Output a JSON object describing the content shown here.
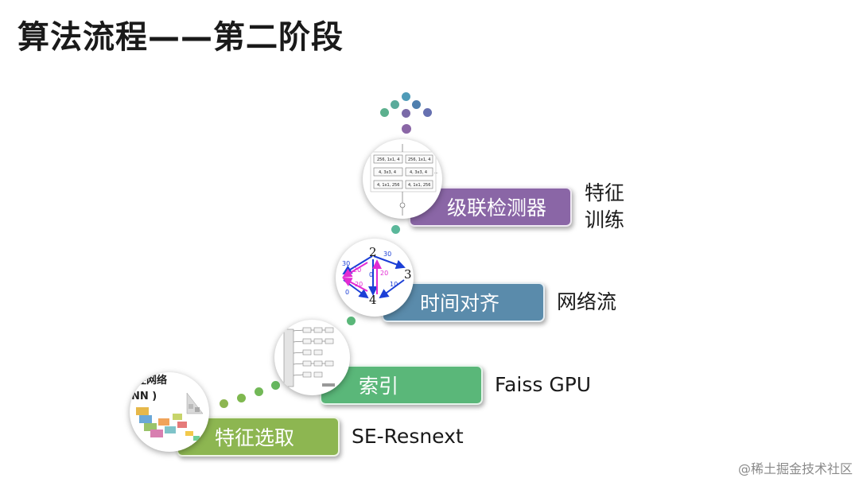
{
  "title": "算法流程——第二阶段",
  "stages": [
    {
      "label": "特征选取",
      "side": "SE-Resnext",
      "color": "#8db651"
    },
    {
      "label": "索引",
      "side": "Faiss GPU",
      "color": "#5ab779"
    },
    {
      "label": "时间对齐",
      "side": "网络流",
      "color": "#5a8bab"
    },
    {
      "label": "级联检测器",
      "side_line1": "特征",
      "side_line2": "训练",
      "color": "#8a66a6"
    }
  ],
  "thumbnails": {
    "cnn_text_1": "经网络",
    "cnn_text_2": "NN )",
    "flow_nodes": [
      "2",
      "3",
      "4"
    ],
    "flow_edge_labels": [
      "30",
      "30",
      "20",
      "20",
      "10",
      "20",
      "0",
      "0"
    ],
    "cascade_cells": [
      "256, 1x1, 4",
      "256, 1x1, 4",
      "4, 3x3, 4",
      "4, 3x3, 4",
      "4, 1x1, 256",
      "4, 1x1, 256",
      "..."
    ]
  },
  "watermark": "@稀土掘金技术社区"
}
